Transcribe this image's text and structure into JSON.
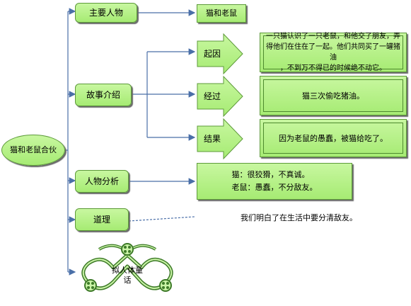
{
  "root": {
    "label": "猫和老鼠合伙"
  },
  "branches": {
    "main_characters": {
      "label": "主要人物",
      "value": "猫和老鼠"
    },
    "story_intro": {
      "label": "故事介绍",
      "steps": [
        {
          "label": "起因",
          "text_lines": [
            "一只猫认识了一只老鼠，和他交了朋友，弄",
            "得他们在住在了一起。他们共同买了一罐猪油",
            "，不到万不得已的时候绝不动它。"
          ]
        },
        {
          "label": "经过",
          "text": "猫三次偷吃猪油。"
        },
        {
          "label": "结果",
          "text": "因为老鼠的愚蠢，被猫给吃了。"
        }
      ]
    },
    "character_analysis": {
      "label": "人物分析",
      "lines": [
        "猫：很狡猾，不真诚。",
        "老鼠：愚蠢，不分敌友。"
      ]
    },
    "moral": {
      "label": "道理",
      "text": "我们明白了在生活中要分清敌友。"
    },
    "genre": {
      "label_lines": [
        "拟人体童",
        "话"
      ]
    }
  },
  "colors": {
    "node_fill": "#b3ee82",
    "node_border": "#5d9a3a",
    "connector": "#4a6fa8"
  }
}
